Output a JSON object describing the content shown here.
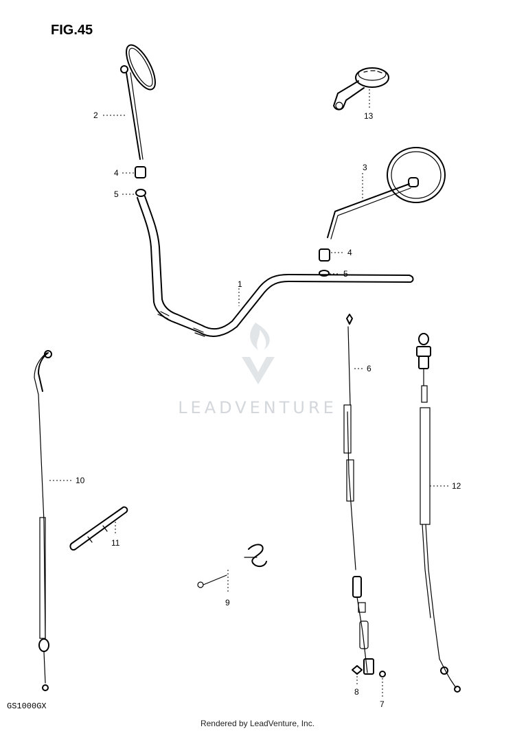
{
  "figure": {
    "title": "FIG.45",
    "model": "GS1000GX",
    "footer": "Rendered by LeadVenture, Inc.",
    "watermark": "LEADVENTURE"
  },
  "parts": {
    "p1": "1",
    "p2": "2",
    "p3": "3",
    "p4a": "4",
    "p4b": "4",
    "p5a": "5",
    "p5b": "5",
    "p6": "6",
    "p7": "7",
    "p8": "8",
    "p9": "9",
    "p10": "10",
    "p11": "11",
    "p12": "12",
    "p13": "13"
  }
}
